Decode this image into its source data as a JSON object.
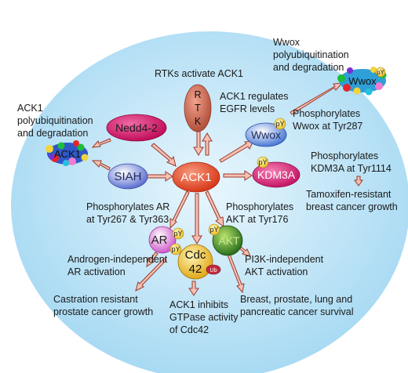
{
  "colors": {
    "background_circle": "#bfe4f7",
    "arrow_fill": "#f4c1b3",
    "arrow_stroke": "#9a3a2c",
    "ack1": "#e24a2a",
    "nedd4": "#d0186a",
    "siah": "#5a7ad8",
    "wwox": "#5a86d9",
    "kdm3a": "#d42a7a",
    "rtk": "#c76650",
    "ar": "#d76fd6",
    "cdc42": "#e9b82a",
    "akt": "#2f7d22",
    "py_badge": "#f0cf3e",
    "ub_badge": "#c22a3d"
  },
  "nodes": {
    "ack1": "ACK1",
    "nedd4": "Nedd4-2",
    "siah": "SIAH",
    "wwox": "Wwox",
    "wwox_degraded": "Wwox",
    "kdm3a": "KDM3A",
    "rtk": [
      "R",
      "T",
      "K"
    ],
    "ar": "AR",
    "cdc42": [
      "Cdc",
      "42"
    ],
    "akt": "AKT",
    "ack1_degraded": "ACK1"
  },
  "badges": {
    "py": "pY",
    "ub": "Ub"
  },
  "labels": {
    "rtks_activate": "RTKs activate ACK1",
    "egfr": [
      "ACK1 regulates",
      "EGFR levels"
    ],
    "ack1_poly": [
      "ACK1",
      "polyubiquitination",
      "and degradation"
    ],
    "wwox_poly": [
      "Wwox",
      "polyubiquitination",
      "and degradation"
    ],
    "phos_wwox": [
      "Phosphorylates",
      "Wwox at Tyr287"
    ],
    "phos_kdm3a": [
      "Phosphorylates",
      "KDM3A at Tyr1114"
    ],
    "tamoxifen": [
      "Tamoxifen-resistant",
      "breast cancer growth"
    ],
    "phos_ar": [
      "Phosphorylates AR",
      "at Tyr267 & Tyr363"
    ],
    "phos_akt": [
      "Phosphorylates",
      "AKT at Tyr176"
    ],
    "androgen": [
      "Androgen-independent",
      "AR activation"
    ],
    "pi3k": [
      "PI3K-independent",
      "AKT activation"
    ],
    "castration": [
      "Castration resistant",
      "prostate cancer growth"
    ],
    "gtpase": [
      "ACK1 inhibits",
      "GTPase activity",
      "of Cdc42"
    ],
    "survival": [
      "Breast, prostate, lung and",
      "pancreatic cancer survival"
    ]
  }
}
